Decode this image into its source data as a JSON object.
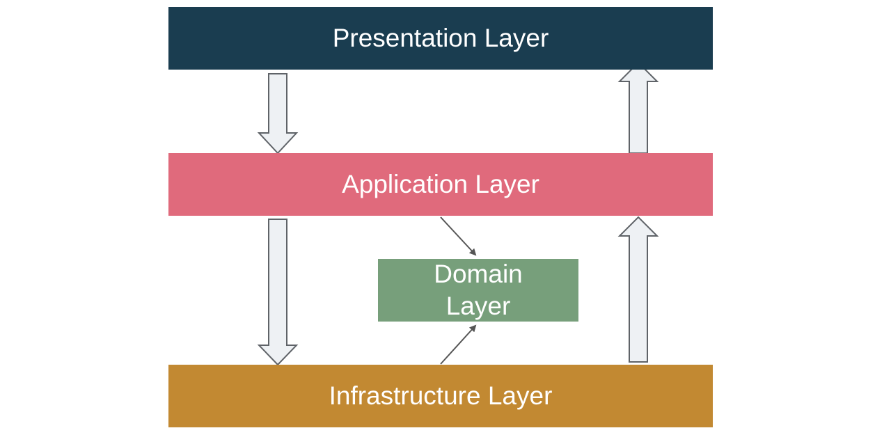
{
  "layers": {
    "presentation": {
      "label": "Presentation Layer",
      "color": "#1a3d50"
    },
    "application": {
      "label": "Application Layer",
      "color": "#e06a7c"
    },
    "domain": {
      "label": "Domain Layer",
      "color": "#779f7b"
    },
    "infrastructure": {
      "label": "Infrastructure Layer",
      "color": "#c28932"
    }
  },
  "arrows": {
    "fill": "#eef1f4",
    "stroke": "#5f6368",
    "connector": "#555555"
  }
}
